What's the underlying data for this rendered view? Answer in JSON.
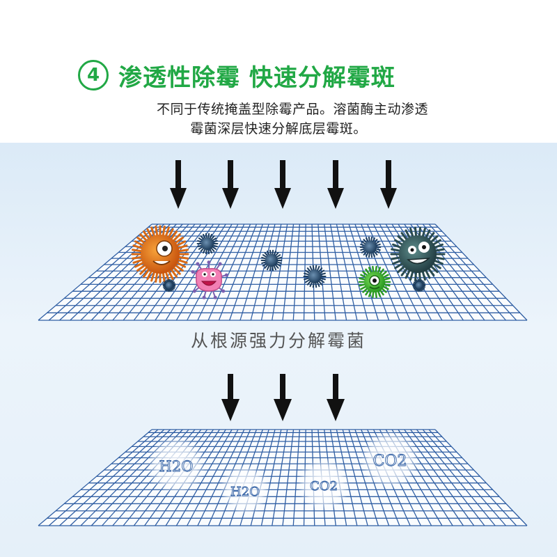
{
  "header": {
    "step_number": "4",
    "title": "渗透性除霉 快速分解霉斑",
    "desc_line1": "不同于传统掩盖型除霉产品。溶菌酶主动渗透",
    "desc_line2": "霉菌深层快速分解底层霉斑。"
  },
  "middle": {
    "label": "从根源强力分解霉菌"
  },
  "molecules": {
    "h2o": "H2O",
    "co2": "CO2"
  },
  "colors": {
    "accent_green": "#21a845",
    "grid_blue": "#2f5ea3",
    "panel_bg": "#e5f0f9",
    "arrow": "#111111"
  },
  "icons": [
    "down-arrow-icon",
    "germ-icon",
    "mesh-grid"
  ]
}
